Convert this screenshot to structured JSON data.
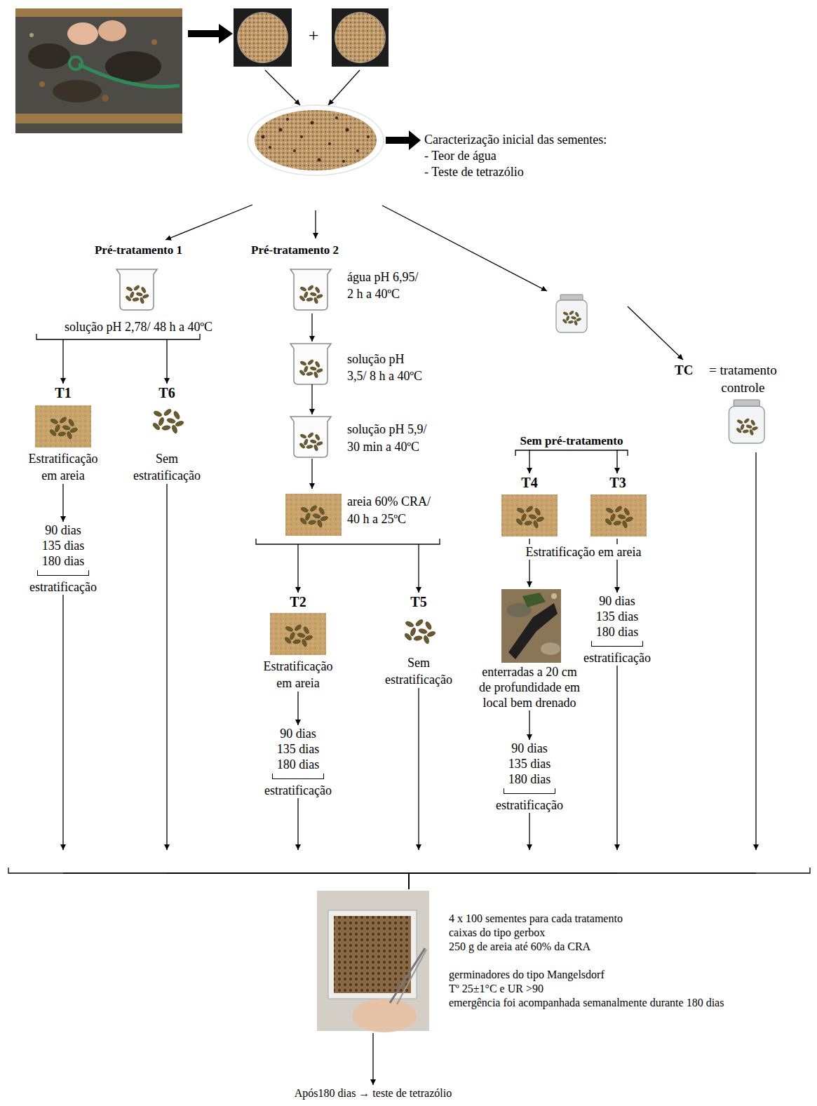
{
  "diagram": {
    "nodes": [
      {
        "text": [
          "Caracterização inicial das sementes:",
          "- Teor de água",
          "- Teste de tetrazólio"
        ]
      },
      {
        "text": [
          "Pré-tratamento 1",
          "solução pH 2,78/ 48 h a 40ºC"
        ]
      },
      {
        "text": [
          "T1",
          "Estratificação em areia"
        ]
      },
      {
        "text": [
          "T6",
          "Sem estratificação"
        ]
      },
      {
        "text": [
          "90 dias 135 dias 180 dias",
          "estratificação"
        ]
      },
      {
        "text": [
          "Pré-tratamento 2",
          "água pH 6,95/ 2 h a 40ºC"
        ]
      },
      {
        "text": [
          "solução pH 3,5/ 8 h a 40ºC"
        ]
      },
      {
        "text": [
          "solução pH 5,9/ 30 min a 40ºC"
        ]
      },
      {
        "text": [
          "areia 60% CRA/ 40 h a 25ºC"
        ]
      },
      {
        "text": [
          "T2",
          "Estratificação em areia"
        ]
      },
      {
        "text": [
          "T5",
          "Sem estratificação"
        ]
      },
      {
        "text": [
          "90 dias 135 dias 180 dias",
          "estratificação"
        ]
      },
      {
        "text": [
          "Sem pré-tratamento"
        ]
      },
      {
        "text": [
          "T4"
        ]
      },
      {
        "text": [
          "T3"
        ]
      },
      {
        "text": [
          "enterradas a 20 cm de profundidade em local bem drenado"
        ]
      },
      {
        "text": [
          "90 dias 135 dias 180 dias",
          "estratificação"
        ]
      },
      {
        "text": [
          "90 dias 135 dias 180 dias",
          "estratificação"
        ]
      },
      {
        "text": [
          "TC",
          "= tratamento controle"
        ]
      },
      {
        "text": [
          "4 x 100 sementes para cada tratamento",
          "caixas do tipo gerbox",
          "250 g de areia até 60% da CRA",
          "germinadores do tipo Mangelsdorf",
          "Tº 25±1°C e UR >90",
          "emergência foi acompanhada semanalmente durante 180 dias"
        ]
      },
      {
        "text": [
          "Após180 dias → teste de tetrazólio"
        ]
      }
    ],
    "edges": [
      {
        "from": 1,
        "to": 2,
        "arrow": "to"
      },
      {
        "from": 1,
        "to": 3,
        "arrow": "to"
      },
      {
        "from": 2,
        "to": 4,
        "arrow": "to"
      },
      {
        "from": 4,
        "to": 19,
        "arrow": "to"
      },
      {
        "from": 3,
        "to": 19,
        "arrow": "to"
      },
      {
        "from": 5,
        "to": 6,
        "arrow": "to"
      },
      {
        "from": 6,
        "to": 7,
        "arrow": "to"
      },
      {
        "from": 7,
        "to": 8,
        "arrow": "to"
      },
      {
        "from": 8,
        "to": 9,
        "arrow": "to"
      },
      {
        "from": 8,
        "to": 10,
        "arrow": "to"
      },
      {
        "from": 9,
        "to": 11,
        "arrow": "to"
      },
      {
        "from": 11,
        "to": 19,
        "arrow": "to"
      },
      {
        "from": 10,
        "to": 19,
        "arrow": "to"
      },
      {
        "from": 12,
        "to": 13,
        "arrow": "to"
      },
      {
        "from": 12,
        "to": 14,
        "arrow": "to"
      },
      {
        "from": 13,
        "to": 15,
        "arrow": "to"
      },
      {
        "from": 15,
        "to": 16,
        "arrow": "to"
      },
      {
        "from": 16,
        "to": 19,
        "arrow": "to"
      },
      {
        "from": 14,
        "to": 17,
        "arrow": "to"
      },
      {
        "from": 17,
        "to": 19,
        "arrow": "to"
      },
      {
        "from": 12,
        "to": 18,
        "arrow": "to"
      },
      {
        "from": 18,
        "to": 19,
        "arrow": "to"
      },
      {
        "from": 19,
        "to": 20,
        "arrow": "to"
      }
    ],
    "labels": [
      "+",
      "Estratificação em areia"
    ]
  }
}
